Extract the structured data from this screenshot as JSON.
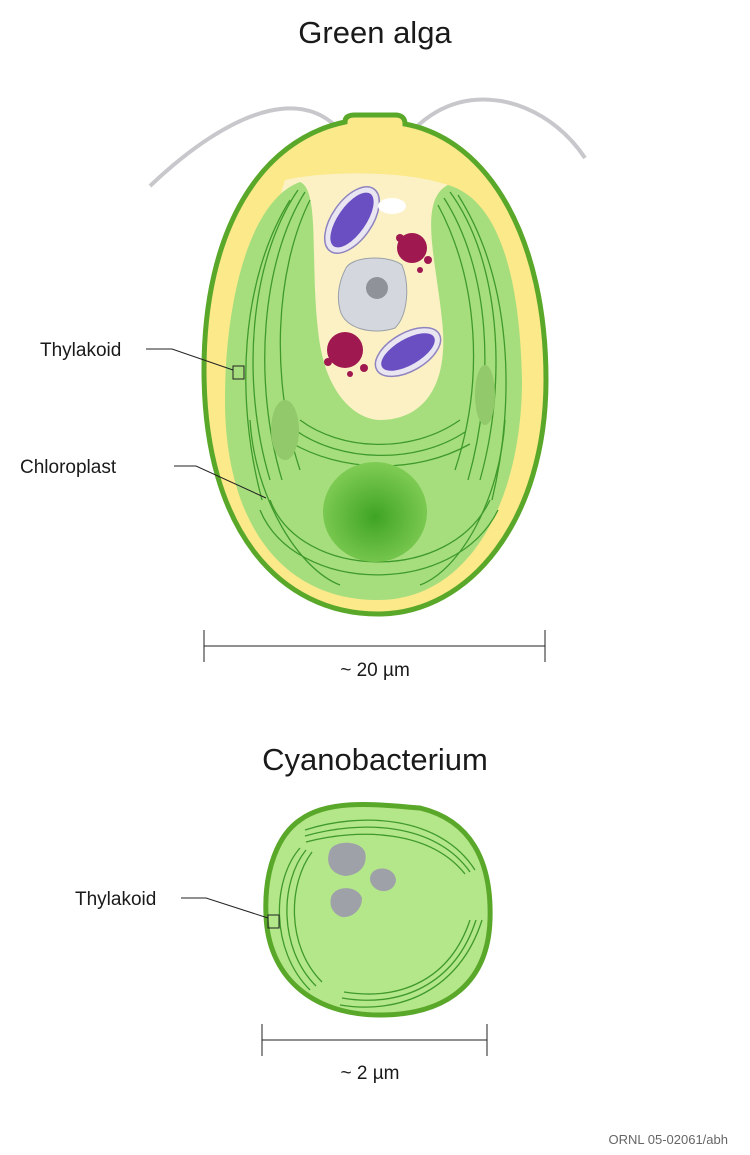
{
  "alga": {
    "title": "Green alga",
    "labels": {
      "thylakoid": "Thylakoid",
      "chloroplast": "Chloroplast"
    },
    "scale": "~ 20 µm"
  },
  "cyano": {
    "title": "Cyanobacterium",
    "labels": {
      "thylakoid": "Thylakoid"
    },
    "scale": "~ 2 µm"
  },
  "credit": "ORNL 05-02061/abh",
  "colors": {
    "cell_wall": "#5aa82a",
    "periplasm": "#fbe98a",
    "cytoplasm": "#fbf1c4",
    "chloroplast": "#a6de7e",
    "thylakoid": "#3f9a2a",
    "mitochondria": "#6a4fc2",
    "golgi": "#a01850",
    "nucleus": "#d4d8de",
    "nucleolus": "#8f9399"
  }
}
